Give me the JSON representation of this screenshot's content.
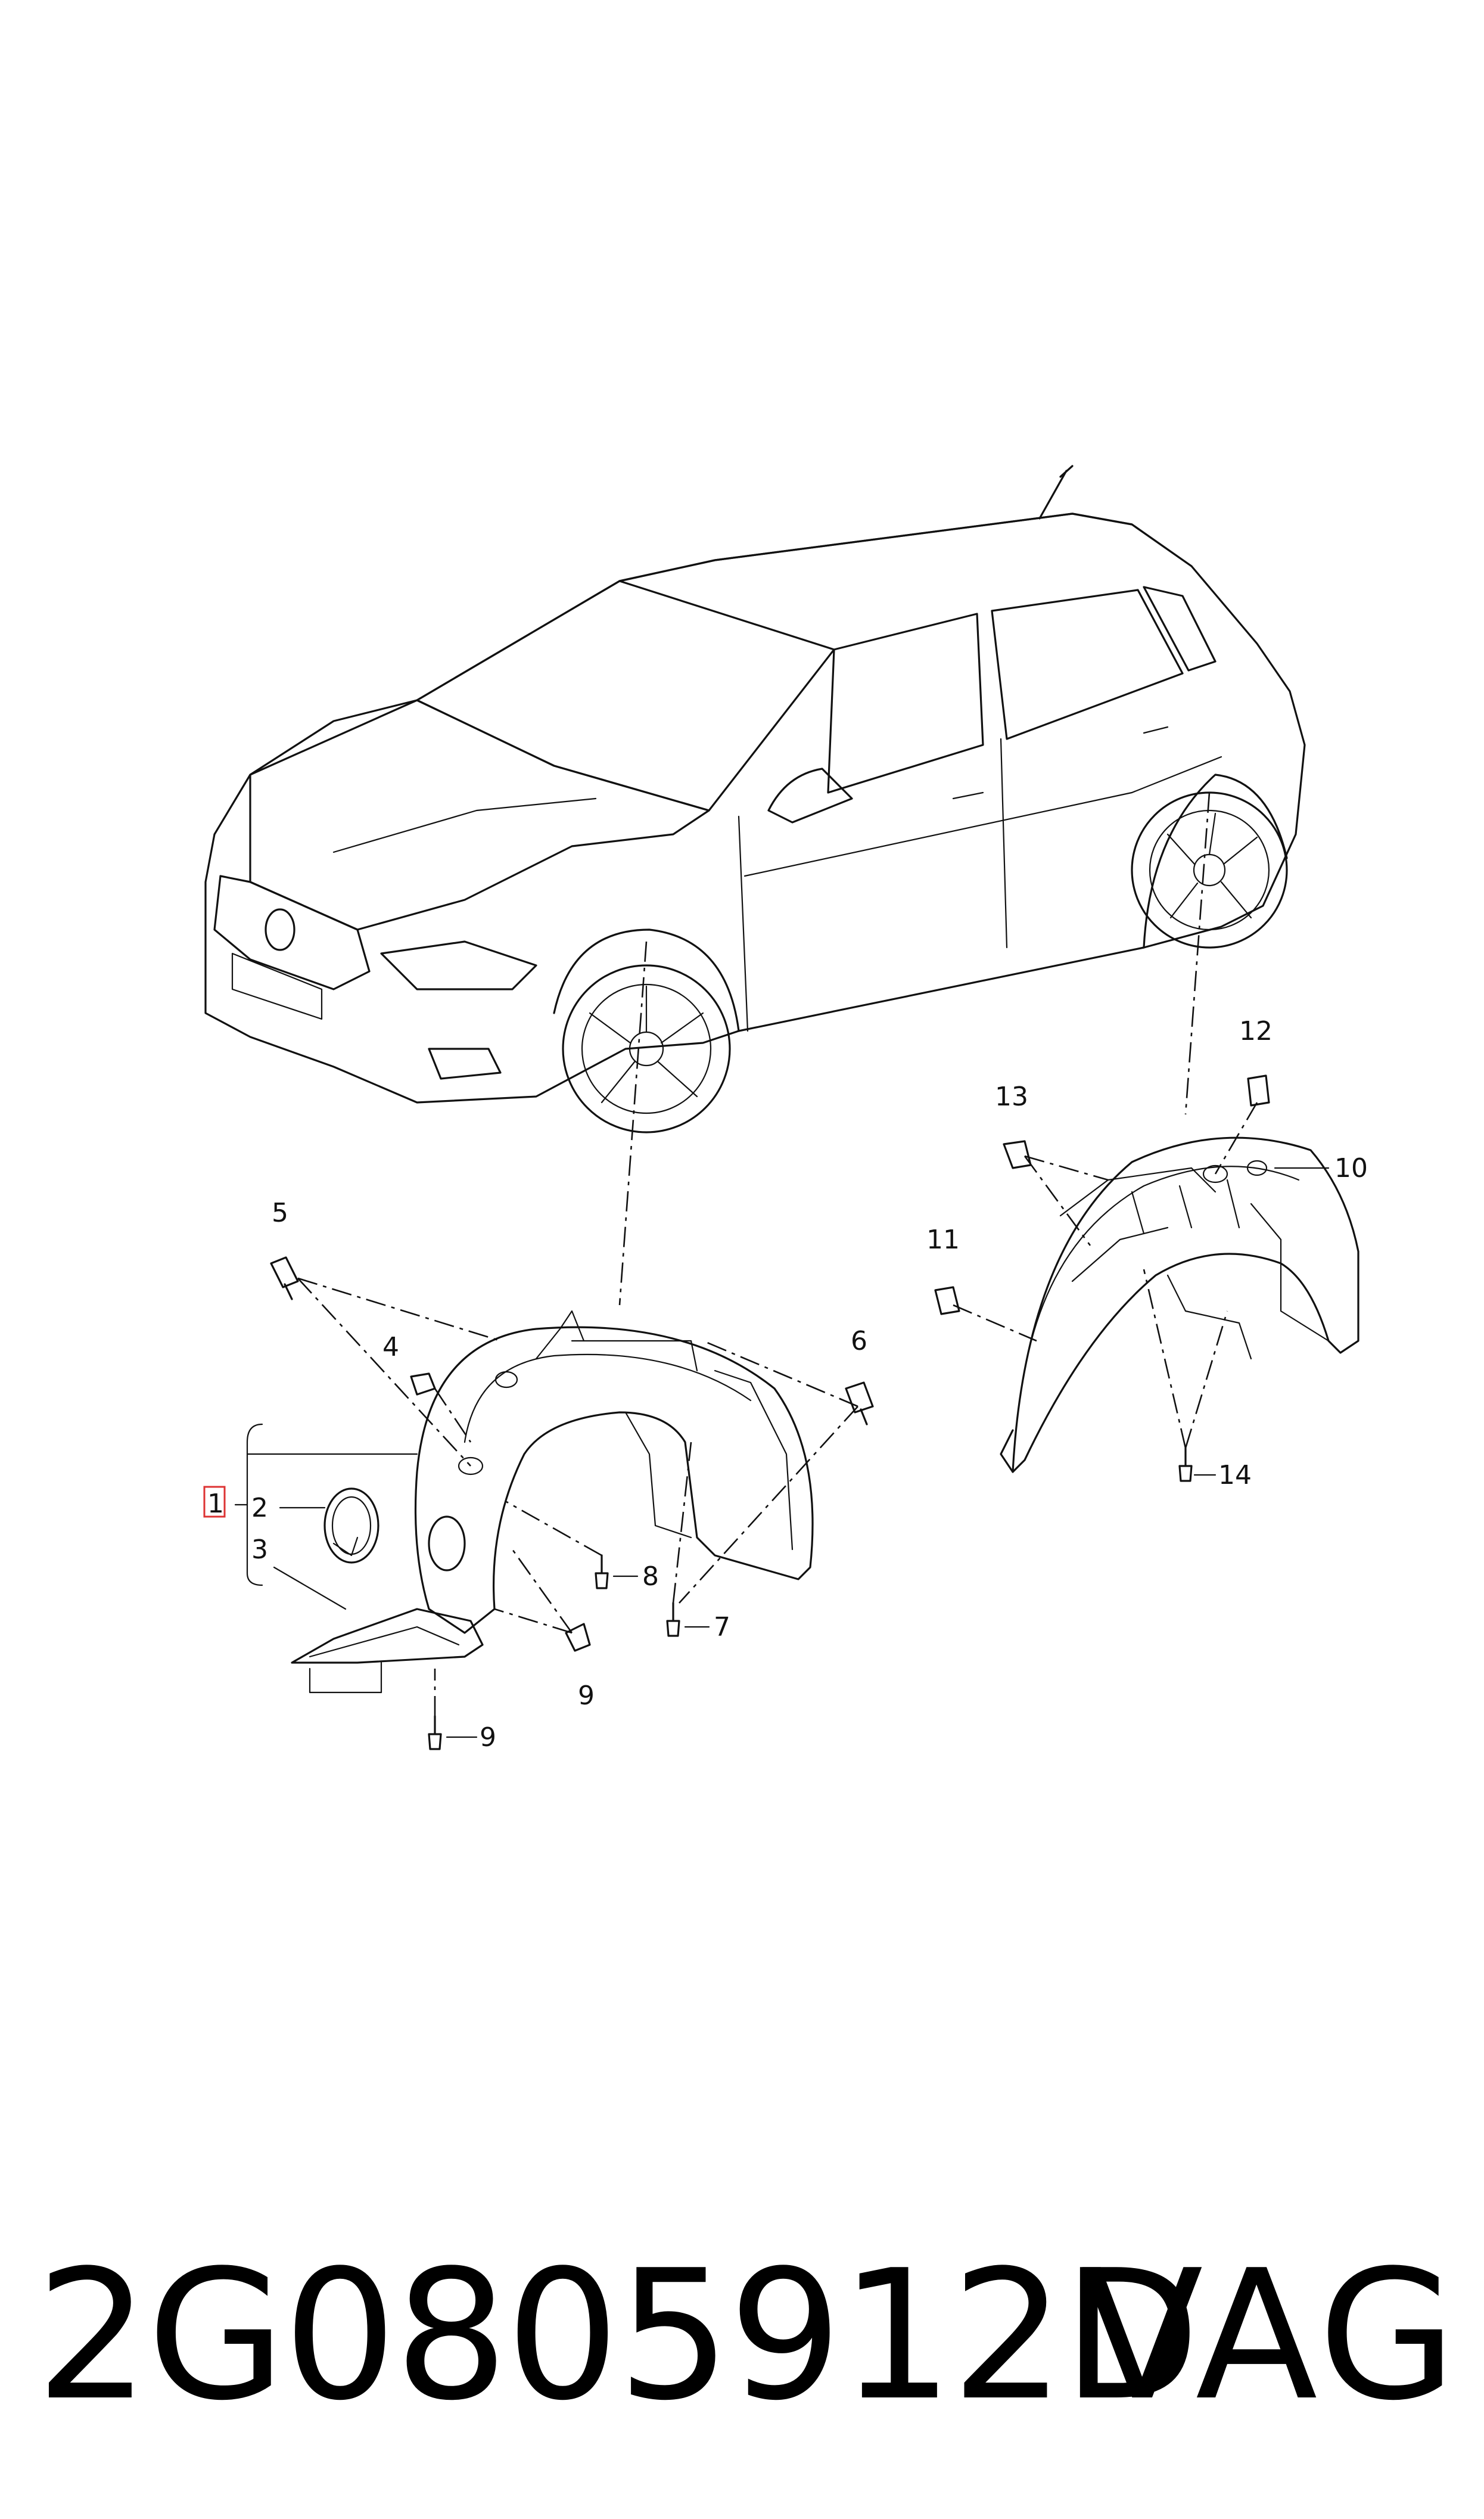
{
  "callouts": {
    "c1": "1",
    "c2": "2",
    "c3": "3",
    "c4": "4",
    "c5": "5",
    "c6": "6",
    "c7": "7",
    "c8": "8",
    "c9a": "9",
    "c9b": "9",
    "c10": "10",
    "c11": "11",
    "c12": "12",
    "c13": "13",
    "c14": "14"
  },
  "footer": {
    "part_number": "2G0805912D",
    "brand": "VAG"
  },
  "colors": {
    "line": "#111111",
    "highlight": "#dd3333"
  }
}
